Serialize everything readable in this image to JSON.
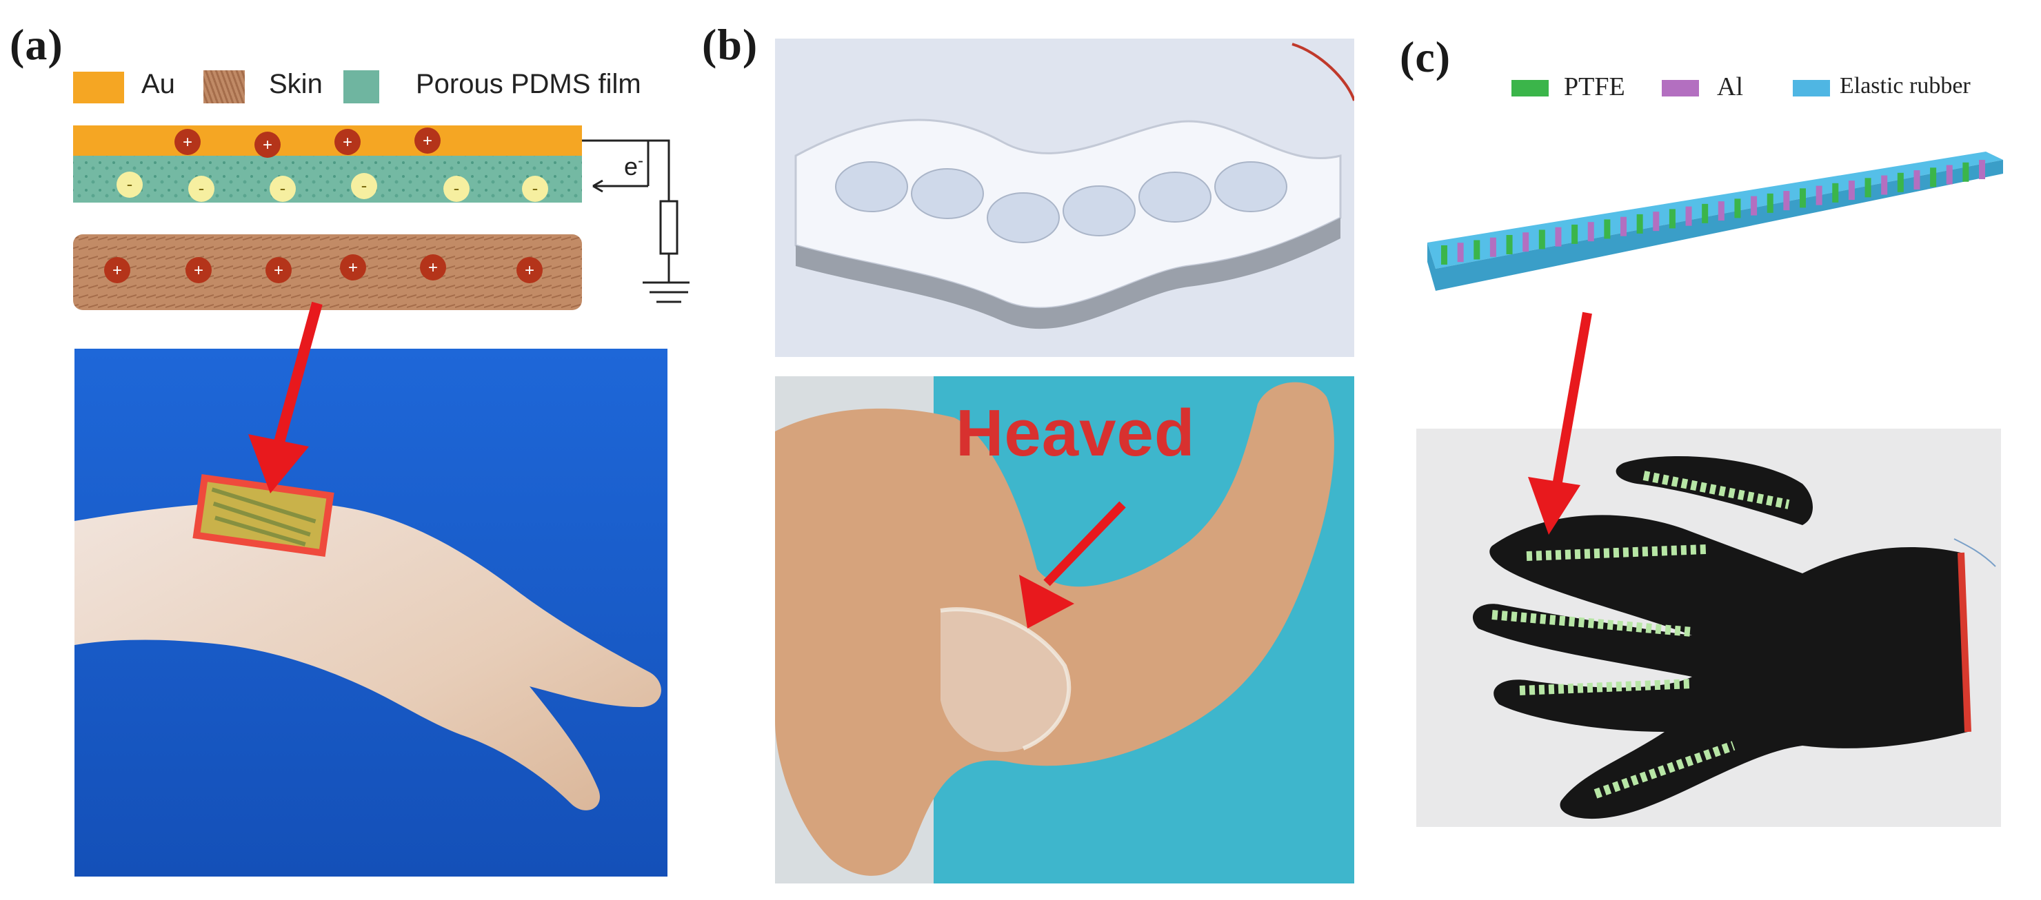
{
  "panels": {
    "a": {
      "letter": "(a)",
      "legend": [
        {
          "label": "Au",
          "color": "#f5a623"
        },
        {
          "label": "Skin",
          "color": "#b9805e"
        },
        {
          "label": "Porous PDMS film",
          "color": "#6fb5a0"
        }
      ],
      "electron_label": "e",
      "electron_sup": "-"
    },
    "b": {
      "letter": "(b)",
      "caption": "Heaved"
    },
    "c": {
      "letter": "(c)",
      "legend": [
        {
          "label": "PTFE",
          "color": "#3bb54a"
        },
        {
          "label": "Al",
          "color": "#b36fc0"
        },
        {
          "label": "Elastic rubber",
          "color": "#4fb6e3"
        }
      ]
    }
  },
  "colors": {
    "arrow_red": "#e8191d",
    "positive_charge": "#b4341a",
    "negative_charge": "#f6efa0",
    "photo_blue": "#1a5fd0",
    "rubber_blue": "#55bfe8"
  }
}
